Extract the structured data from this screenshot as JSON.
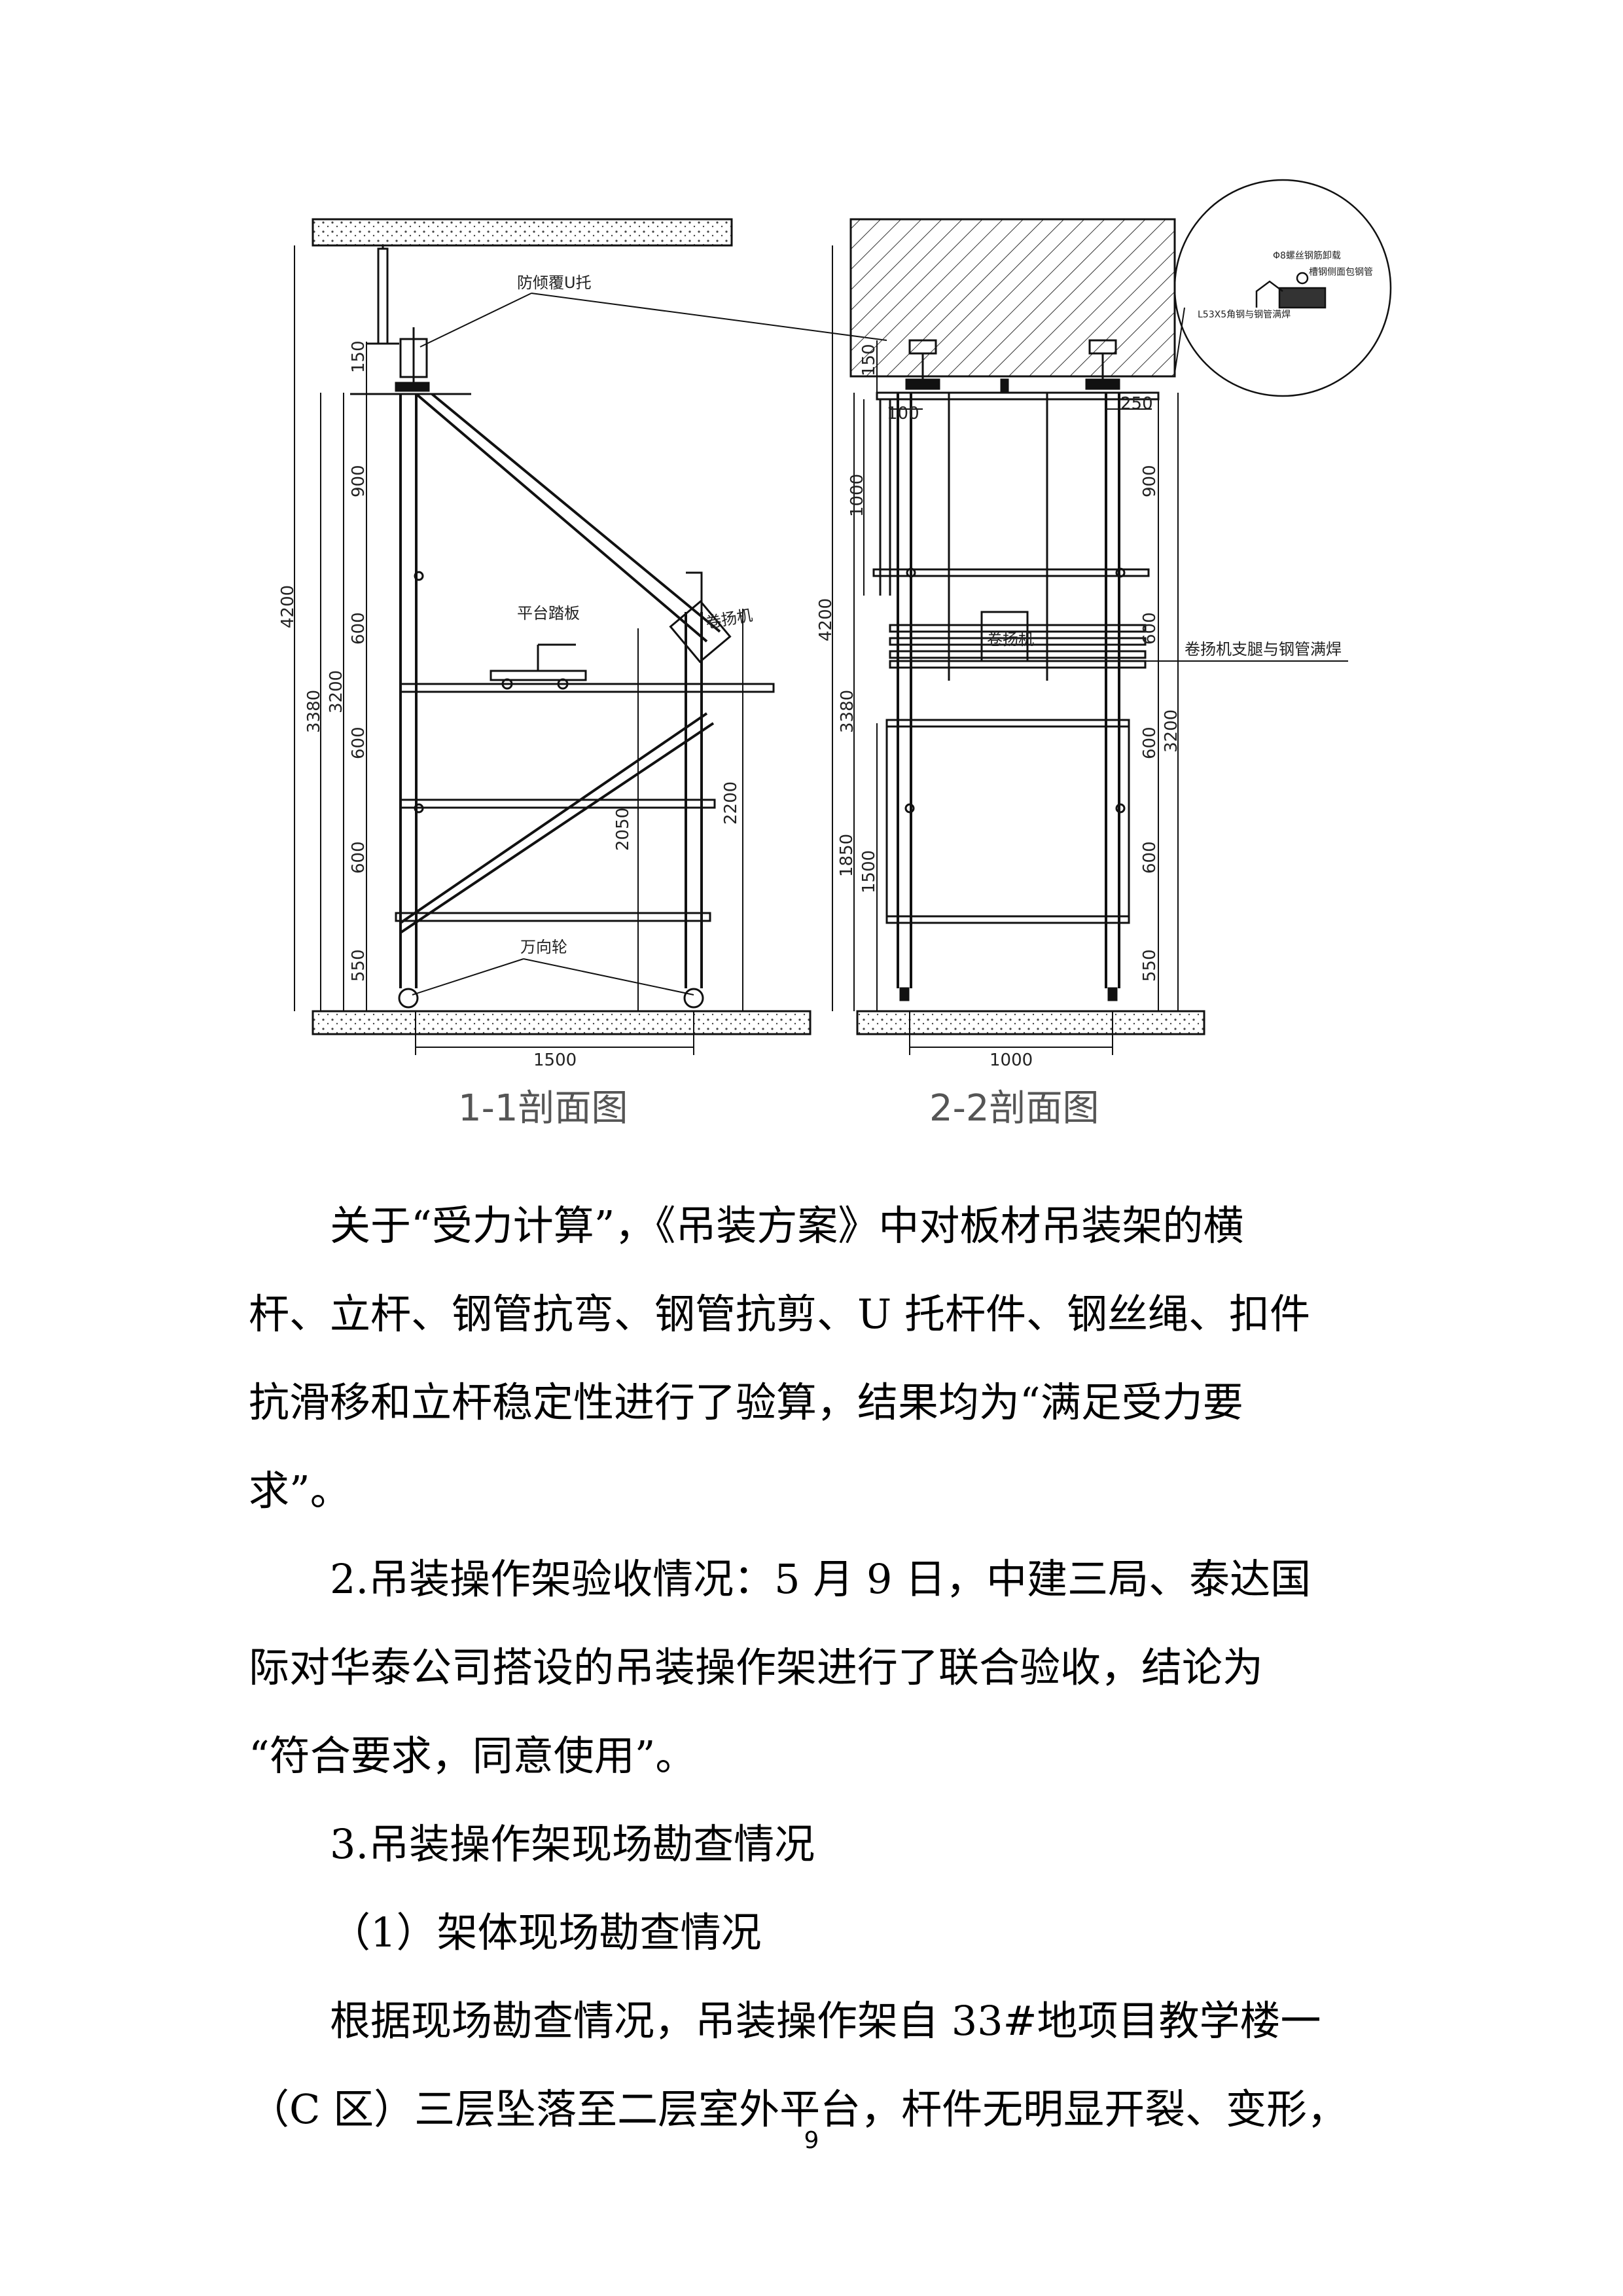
{
  "drawing": {
    "section_1": {
      "caption": "1-1剖面图",
      "labels": {
        "u_support": "防倾覆U托",
        "platform_board": "平台踏板",
        "hoist": "卷扬机",
        "caster": "万向轮"
      },
      "dims": [
        "4200",
        "3380",
        "3200",
        "150",
        "900",
        "600",
        "600",
        "600",
        "550",
        "2050",
        "2200",
        "1500"
      ]
    },
    "section_2": {
      "caption": "2-2剖面图",
      "labels": {
        "hoist": "卷扬机",
        "weld_note": "卷扬机支腿与钢管满焊"
      },
      "dims": [
        "4200",
        "3380",
        "3200",
        "150",
        "1000",
        "1850",
        "1500",
        "100",
        "250",
        "900",
        "600",
        "600",
        "600",
        "550",
        "1000"
      ]
    },
    "detail": {
      "labels": [
        "Φ8螺丝钢筋卸载",
        "槽钢侧面包钢管",
        "L53X5角钢与钢管满焊"
      ]
    }
  },
  "text": {
    "para1_l1": "关于“受力计算”，《吊装方案》中对板材吊装架的横",
    "para1_l2": "杆、立杆、钢管抗弯、钢管抗剪、U 托杆件、钢丝绳、扣件",
    "para1_l3": "抗滑移和立杆稳定性进行了验算，结果均为“满足受力要",
    "para1_l4": "求”。",
    "para2_l1": "2.吊装操作架验收情况：5 月 9 日，中建三局、泰达国",
    "para2_l2": "际对华泰公司搭设的吊装操作架进行了联合验收，结论为",
    "para2_l3": "“符合要求，同意使用”。",
    "heading3": "3.吊装操作架现场勘查情况",
    "heading3_1": "（1）架体现场勘查情况",
    "para3_l1": "根据现场勘查情况，吊装操作架自 33#地项目教学楼一",
    "para3_l2": "（C 区）三层坠落至二层室外平台，杆件无明显开裂、变形，"
  },
  "page_number": "9"
}
